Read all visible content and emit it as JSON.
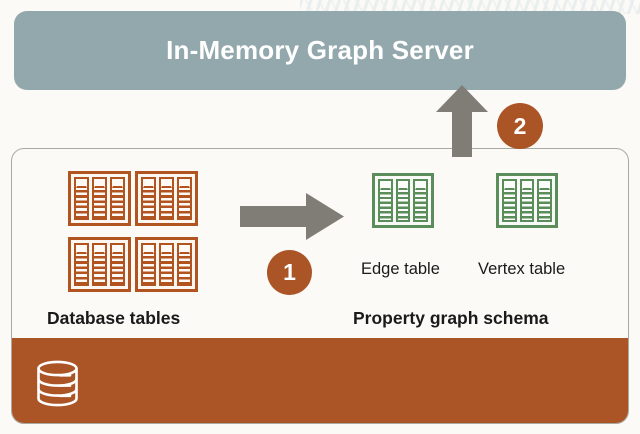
{
  "banner": {
    "title": "In-Memory Graph Server",
    "color": "#93a8ac",
    "text_color": "#ffffff"
  },
  "card": {
    "background": "#fbfaf7",
    "border_color": "#a9a9a4",
    "bottom_bar_color": "#ab5526"
  },
  "left_group": {
    "label": "Database tables",
    "icon_color": "#b1541f",
    "tables": [
      {
        "name": "database-table-1"
      },
      {
        "name": "database-table-2"
      },
      {
        "name": "database-table-3"
      },
      {
        "name": "database-table-4"
      }
    ]
  },
  "right_group": {
    "label": "Property graph schema",
    "icon_color": "#5b8d5b",
    "tables": [
      {
        "name": "edge-table",
        "label": "Edge table"
      },
      {
        "name": "vertex-table",
        "label": "Vertex table"
      }
    ]
  },
  "arrows": {
    "horizontal": {
      "direction": "right",
      "color": "#807d77"
    },
    "vertical": {
      "direction": "up",
      "color": "#807d77"
    }
  },
  "steps": [
    {
      "number": "1",
      "color": "#ab5526",
      "text_color": "#ffffff"
    },
    {
      "number": "2",
      "color": "#ab5526",
      "text_color": "#ffffff"
    }
  ],
  "footer": {
    "icon": "database-cylinder-icon",
    "icon_color": "#ffffff",
    "bar_color": "#ab5526"
  }
}
